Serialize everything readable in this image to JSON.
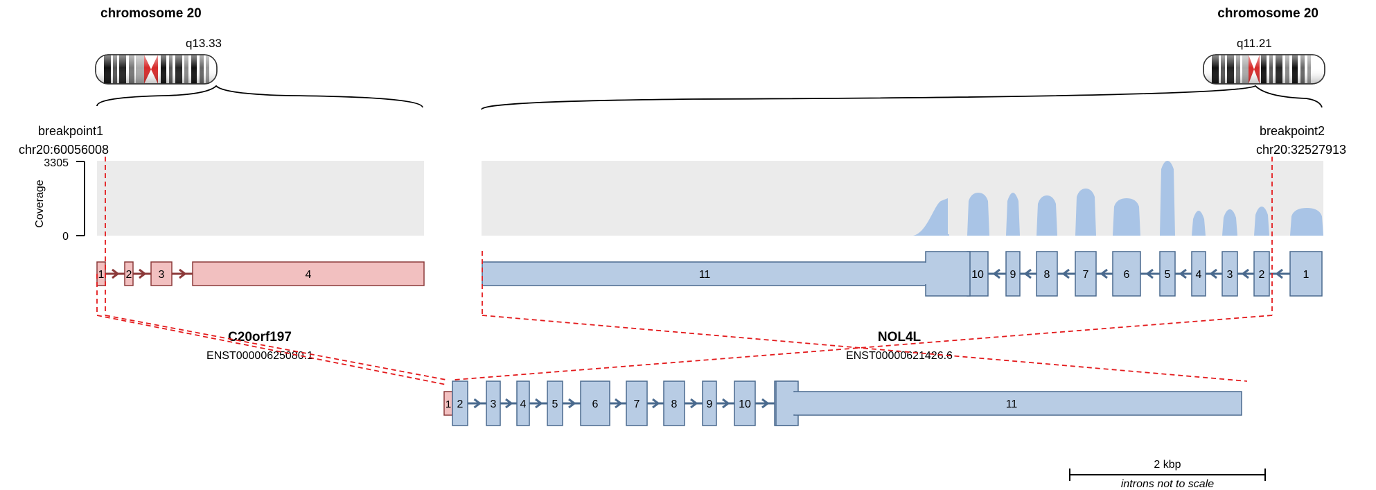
{
  "left": {
    "chromosome_title": "chromosome 20",
    "band": "q13.33",
    "breakpoint_label": "breakpoint1",
    "breakpoint_coord": "chr20:60056008",
    "gene_name": "C20orf197",
    "transcript": "ENST00000625080.1",
    "exons": [
      "1",
      "2",
      "3",
      "4"
    ],
    "color": "#f2c0c0"
  },
  "right": {
    "chromosome_title": "chromosome 20",
    "band": "q11.21",
    "breakpoint_label": "breakpoint2",
    "breakpoint_coord": "chr20:32527913",
    "gene_name": "NOL4L",
    "transcript": "ENST00000621426.6",
    "exons": [
      "11",
      "10",
      "9",
      "8",
      "7",
      "6",
      "5",
      "4",
      "3",
      "2",
      "1"
    ],
    "color": "#b8cce4"
  },
  "coverage": {
    "axis_label": "Coverage",
    "max": "3305",
    "min": "0",
    "fill_color": "#a9c4e6"
  },
  "fusion": {
    "exons": [
      "1",
      "2",
      "3",
      "4",
      "5",
      "6",
      "7",
      "8",
      "9",
      "10",
      "11"
    ]
  },
  "scale": {
    "label": "2 kbp",
    "note": "introns not to scale"
  },
  "colors": {
    "breakpoint_line": "#e31a1c",
    "blue_edge": "#4a6a8e",
    "red_edge": "#8c3a3a",
    "coverage_bg": "#ebebeb"
  }
}
